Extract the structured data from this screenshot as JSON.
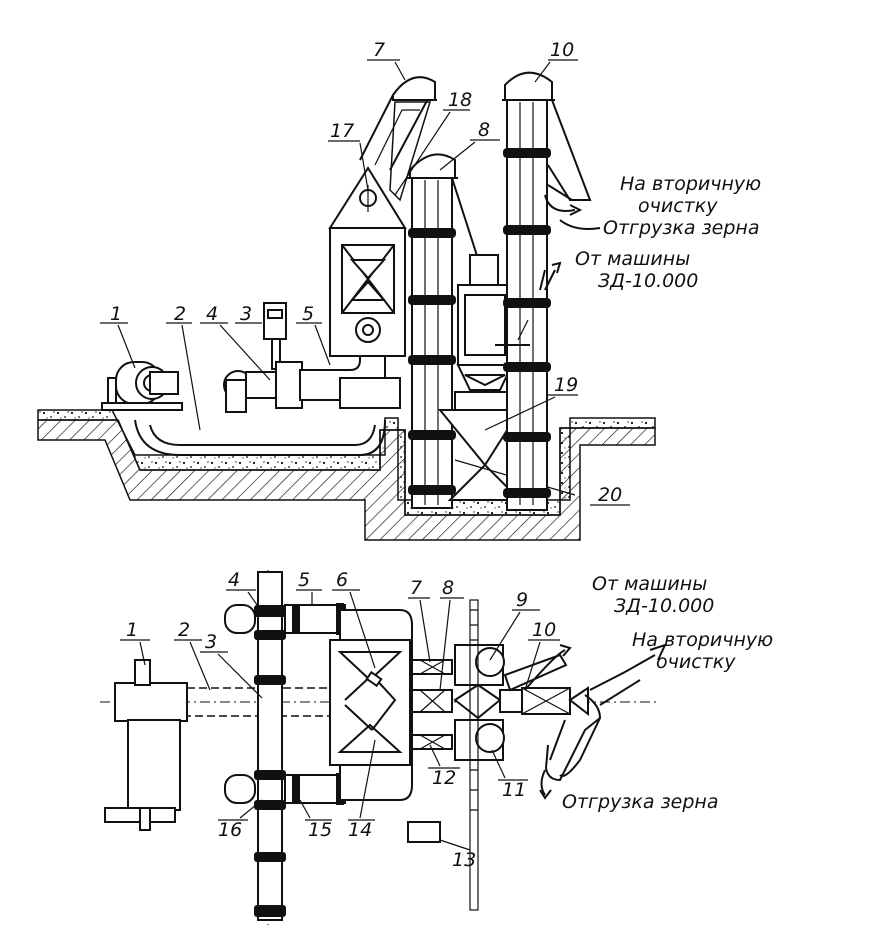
{
  "side_view": {
    "captions": {
      "na_vtorichnuyu_1": "На вторичную",
      "ochistku": "очистку",
      "otgruzka": "Отгрузка зерна",
      "ot_mashiny": "От машины",
      "model": "ЗД-10.000"
    },
    "callouts": [
      "1",
      "2",
      "4",
      "3",
      "5",
      "17",
      "7",
      "18",
      "8",
      "10",
      "19",
      "20"
    ]
  },
  "plan_view": {
    "captions": {
      "ot_mashiny": "От машины",
      "model": "ЗД-10.000",
      "na_vtorichnuyu": "На вторичную",
      "ochistku": "очистку",
      "otgruzka": "Отгрузка зерна"
    },
    "callouts": [
      "4",
      "5",
      "6",
      "7",
      "8",
      "9",
      "1",
      "2",
      "3",
      "10",
      "12",
      "11",
      "16",
      "15",
      "14",
      "13"
    ]
  }
}
